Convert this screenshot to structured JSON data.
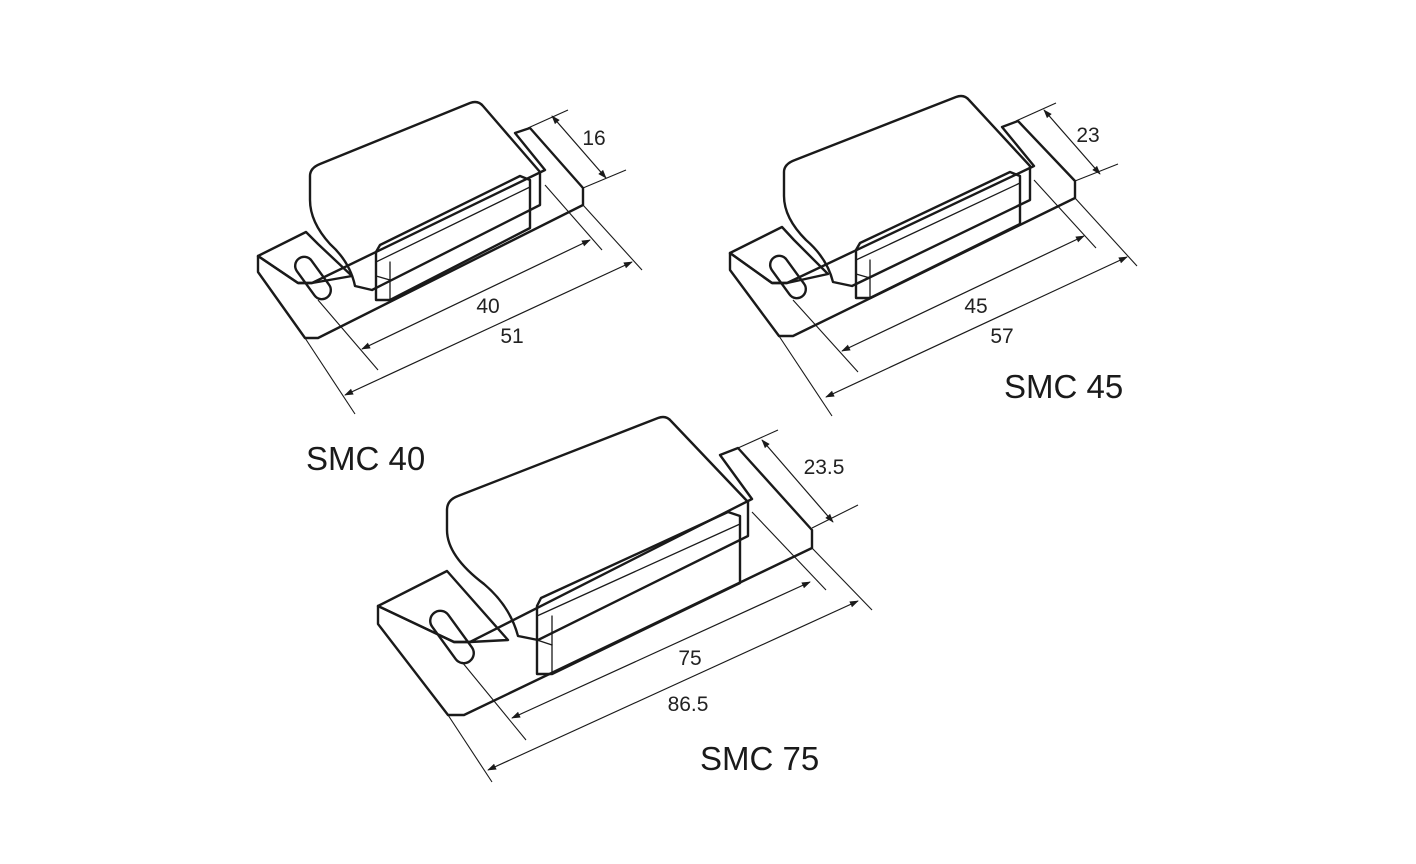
{
  "colors": {
    "line": "#1a1a1a",
    "top_face_light": "#ffffff",
    "top_face_dark": "#d9d9d9",
    "side_face": "#eeeeee",
    "magnet_face": "#dcdcdc",
    "background": "#ffffff"
  },
  "catches": [
    {
      "model": "SMC 40",
      "dimensions": {
        "inner_length": "40",
        "overall_length": "51",
        "width": "16"
      }
    },
    {
      "model": "SMC 45",
      "dimensions": {
        "inner_length": "45",
        "overall_length": "57",
        "width": "23"
      }
    },
    {
      "model": "SMC 75",
      "dimensions": {
        "inner_length": "75",
        "overall_length": "86.5",
        "width": "23.5"
      }
    }
  ]
}
